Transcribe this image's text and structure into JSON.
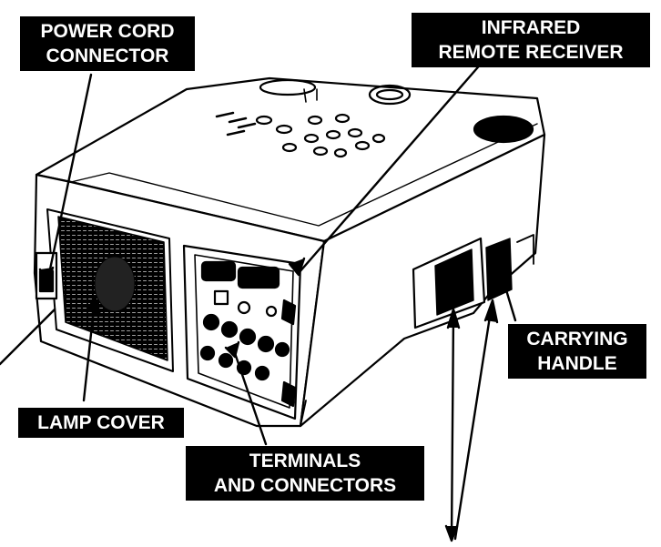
{
  "labels": {
    "power_cord": [
      "POWER CORD",
      "CONNECTOR"
    ],
    "infrared": [
      "INFRARED",
      "REMOTE RECEIVER"
    ],
    "carrying": [
      "CARRYING",
      "HANDLE"
    ],
    "lamp_cover": [
      "LAMP COVER"
    ],
    "terminals": [
      "TERMINALS",
      "AND CONNECTORS"
    ]
  },
  "colors": {
    "ink": "#000000",
    "paper": "#ffffff"
  }
}
